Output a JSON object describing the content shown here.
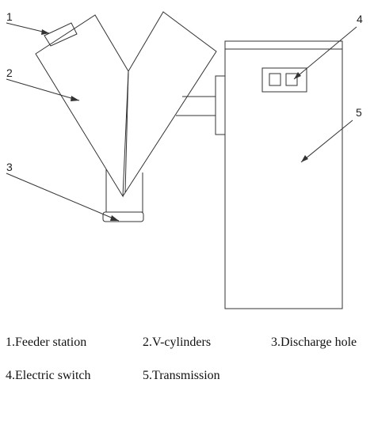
{
  "diagram": {
    "callouts": [
      {
        "number": "1"
      },
      {
        "number": "2"
      },
      {
        "number": "3"
      },
      {
        "number": "4"
      },
      {
        "number": "5"
      }
    ]
  },
  "legend": {
    "items": [
      {
        "label": "1.Feeder station"
      },
      {
        "label": "2.V-cylinders"
      },
      {
        "label": "3.Discharge hole"
      },
      {
        "label": "4.Electric switch"
      },
      {
        "label": "5.Transmission"
      }
    ]
  },
  "colors": {
    "line": "#333333",
    "background": "#ffffff"
  }
}
